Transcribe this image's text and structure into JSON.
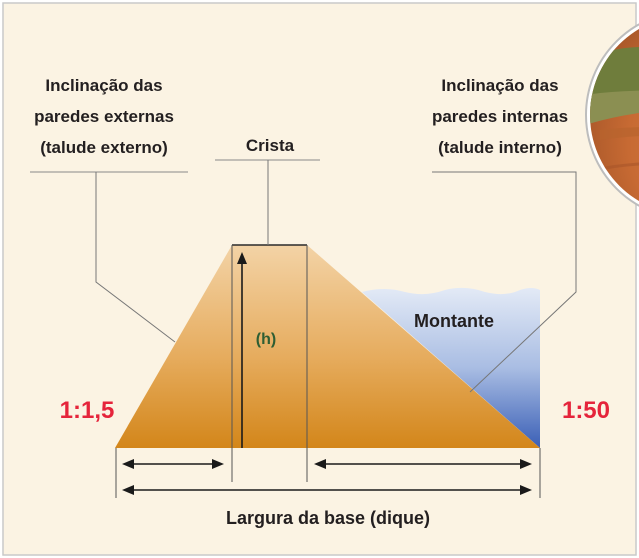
{
  "labels": {
    "outer_slope_line1": "Inclinação das",
    "outer_slope_line2": "paredes externas",
    "outer_slope_line3": "(talude externo)",
    "crest": "Crista",
    "inner_slope_line1": "Inclinação das",
    "inner_slope_line2": "paredes internas",
    "inner_slope_line3": "(talude interno)",
    "height": "(h)",
    "upstream": "Montante",
    "outer_ratio": "1:1,5",
    "inner_ratio": "1:50",
    "base_width": "Largura da base (dique)"
  },
  "colors": {
    "background": "#fbf3e3",
    "border": "#c8c8c8",
    "dike_top": "#f2cfa0",
    "dike_bottom": "#d88f1e",
    "water_top": "#dde6f4",
    "water_bottom": "#3f63b8",
    "ratio_red": "#e5243b",
    "height_green": "#2e5e33",
    "text": "#231f20",
    "leader": "#7a7a7a"
  },
  "icons": {
    "photo": "photo-inset-earth-dike"
  }
}
